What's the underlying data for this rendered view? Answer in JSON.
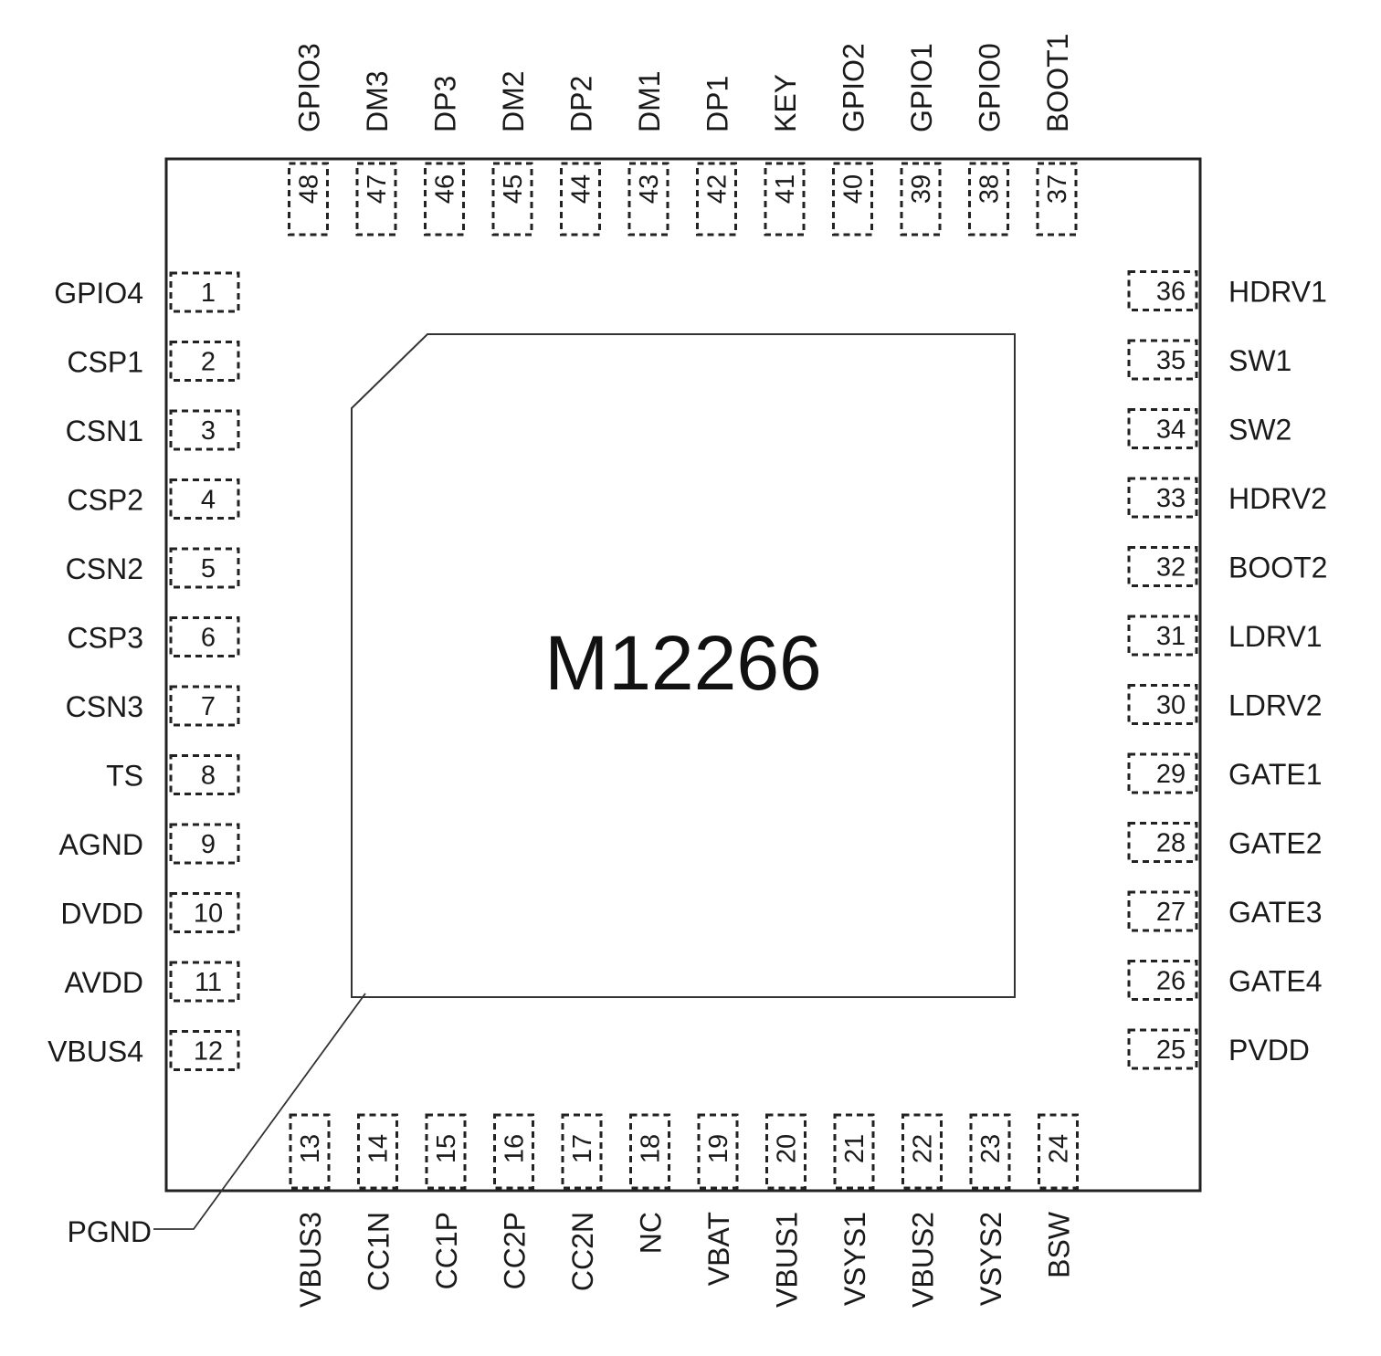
{
  "chip": {
    "name": "M12266",
    "ground_label": "PGND"
  },
  "colors": {
    "background": "#ffffff",
    "stroke": "#222222",
    "text": "#1a1a1a"
  },
  "pins": {
    "left": [
      {
        "num": "1",
        "label": "GPIO4"
      },
      {
        "num": "2",
        "label": "CSP1"
      },
      {
        "num": "3",
        "label": "CSN1"
      },
      {
        "num": "4",
        "label": "CSP2"
      },
      {
        "num": "5",
        "label": "CSN2"
      },
      {
        "num": "6",
        "label": "CSP3"
      },
      {
        "num": "7",
        "label": "CSN3"
      },
      {
        "num": "8",
        "label": "TS"
      },
      {
        "num": "9",
        "label": "AGND"
      },
      {
        "num": "10",
        "label": "DVDD"
      },
      {
        "num": "11",
        "label": "AVDD"
      },
      {
        "num": "12",
        "label": "VBUS4"
      }
    ],
    "bottom": [
      {
        "num": "13",
        "label": "VBUS3"
      },
      {
        "num": "14",
        "label": "CC1N"
      },
      {
        "num": "15",
        "label": "CC1P"
      },
      {
        "num": "16",
        "label": "CC2P"
      },
      {
        "num": "17",
        "label": "CC2N"
      },
      {
        "num": "18",
        "label": "NC"
      },
      {
        "num": "19",
        "label": "VBAT"
      },
      {
        "num": "20",
        "label": "VBUS1"
      },
      {
        "num": "21",
        "label": "VSYS1"
      },
      {
        "num": "22",
        "label": "VBUS2"
      },
      {
        "num": "23",
        "label": "VSYS2"
      },
      {
        "num": "24",
        "label": "BSW"
      }
    ],
    "right": [
      {
        "num": "25",
        "label": "PVDD"
      },
      {
        "num": "26",
        "label": "GATE4"
      },
      {
        "num": "27",
        "label": "GATE3"
      },
      {
        "num": "28",
        "label": "GATE2"
      },
      {
        "num": "29",
        "label": "GATE1"
      },
      {
        "num": "30",
        "label": "LDRV2"
      },
      {
        "num": "31",
        "label": "LDRV1"
      },
      {
        "num": "32",
        "label": "BOOT2"
      },
      {
        "num": "33",
        "label": "HDRV2"
      },
      {
        "num": "34",
        "label": "SW2"
      },
      {
        "num": "35",
        "label": "SW1"
      },
      {
        "num": "36",
        "label": "HDRV1"
      }
    ],
    "top": [
      {
        "num": "37",
        "label": "BOOT1"
      },
      {
        "num": "38",
        "label": "GPIO0"
      },
      {
        "num": "39",
        "label": "GPIO1"
      },
      {
        "num": "40",
        "label": "GPIO2"
      },
      {
        "num": "41",
        "label": "KEY"
      },
      {
        "num": "42",
        "label": "DP1"
      },
      {
        "num": "43",
        "label": "DM1"
      },
      {
        "num": "44",
        "label": "DP2"
      },
      {
        "num": "45",
        "label": "DM2"
      },
      {
        "num": "46",
        "label": "DP3"
      },
      {
        "num": "47",
        "label": "DM3"
      },
      {
        "num": "48",
        "label": "GPIO3"
      }
    ]
  }
}
